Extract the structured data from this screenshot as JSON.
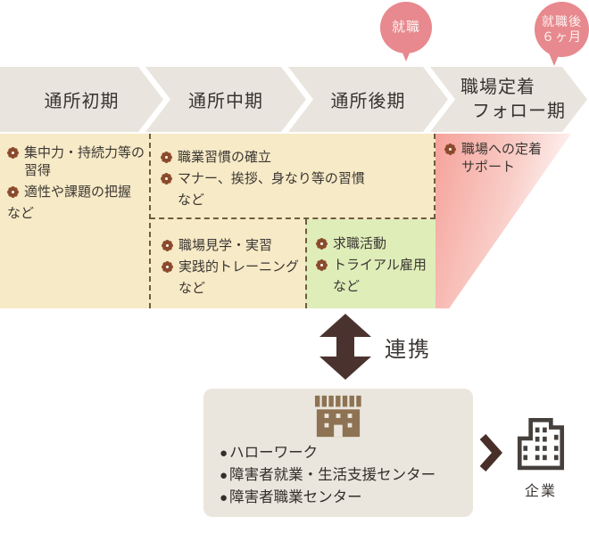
{
  "callouts": {
    "employment": "就職",
    "after_six_line1": "就職後",
    "after_six_line2": "６ヶ月"
  },
  "phases": [
    {
      "label": "通所初期"
    },
    {
      "label": "通所中期"
    },
    {
      "label": "通所後期"
    },
    {
      "label_line1": "職場定着",
      "label_line2": "フォロー期"
    }
  ],
  "boxes": {
    "early": {
      "items": [
        "集中力・持続力等の習得",
        "適性や課題の把握"
      ],
      "note": "など"
    },
    "habit": {
      "items": [
        "職業習慣の確立",
        "マナー、挨拶、身なり等の習慣"
      ],
      "note": "など"
    },
    "training": {
      "items": [
        "職場見学・実習",
        "実践的トレーニング"
      ],
      "note": "など"
    },
    "job_search": {
      "items": [
        "求職活動",
        "トライアル雇用"
      ],
      "note": "など"
    },
    "follow": {
      "item": "職場への定着サポート"
    }
  },
  "link": {
    "label": "連携"
  },
  "agencies": {
    "bullet_char": "●",
    "items": [
      "ハローワーク",
      "障害者就業・生活支援センター",
      "障害者職業センター"
    ]
  },
  "company": {
    "label": "企業"
  },
  "colors": {
    "accent_pink": "#e7898e",
    "wedge_pink": "#f5a29a",
    "cream": "#f7eac6",
    "green": "#dfedb9",
    "band_gray": "#e9e5de",
    "bullet_brown": "#8a4a2c",
    "dark_brown": "#4a332e",
    "dash_brown": "#6e5c3e",
    "box_beige": "#ebe6dd"
  }
}
